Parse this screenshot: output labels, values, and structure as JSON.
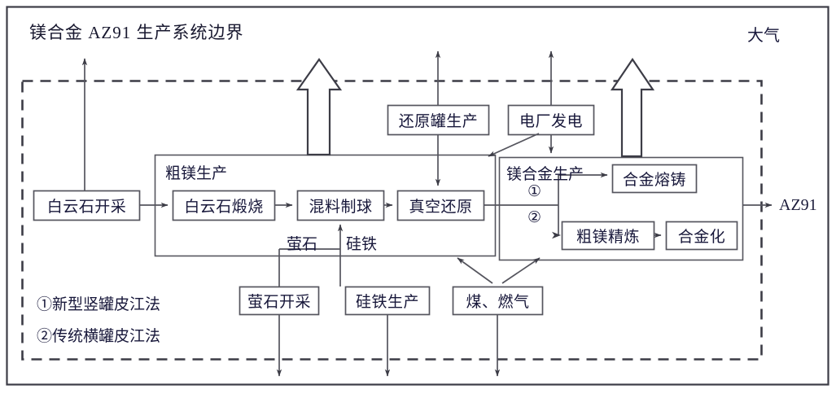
{
  "diagram": {
    "title": "镁合金 AZ91 生产系统边界",
    "atmosphere_label": "大气",
    "output_label": "AZ91",
    "legend": [
      "①新型竖罐皮江法",
      "②传统横罐皮江法"
    ],
    "groups": [
      {
        "id": "crude-mg",
        "label": "粗镁生产"
      },
      {
        "id": "mg-alloy",
        "label": "镁合金生产"
      }
    ],
    "branch_markers": [
      {
        "id": "branch-1",
        "label": "①"
      },
      {
        "id": "branch-2",
        "label": "②"
      }
    ],
    "flow_labels": [
      {
        "id": "fluorite-flow",
        "label": "萤石"
      },
      {
        "id": "ferrosilicon-flow",
        "label": "硅铁"
      }
    ],
    "nodes": [
      {
        "id": "dolomite-mining",
        "label": "白云石开采"
      },
      {
        "id": "dolomite-calcining",
        "label": "白云石煅烧"
      },
      {
        "id": "mix-pelletizing",
        "label": "混料制球"
      },
      {
        "id": "vacuum-reduction",
        "label": "真空还原"
      },
      {
        "id": "retort-production",
        "label": "还原罐生产"
      },
      {
        "id": "power-generation",
        "label": "电厂发电"
      },
      {
        "id": "alloy-melt-cast",
        "label": "合金熔铸"
      },
      {
        "id": "crude-mg-refining",
        "label": "粗镁精炼"
      },
      {
        "id": "alloying",
        "label": "合金化"
      },
      {
        "id": "fluorite-mining",
        "label": "萤石开采"
      },
      {
        "id": "ferrosilicon-prod",
        "label": "硅铁生产"
      },
      {
        "id": "coal-gas",
        "label": "煤、燃气"
      }
    ],
    "colors": {
      "line": "#3c3c46",
      "text": "#17173a",
      "background": "#ffffff",
      "boundary_dashed": "#3c3c46"
    }
  }
}
